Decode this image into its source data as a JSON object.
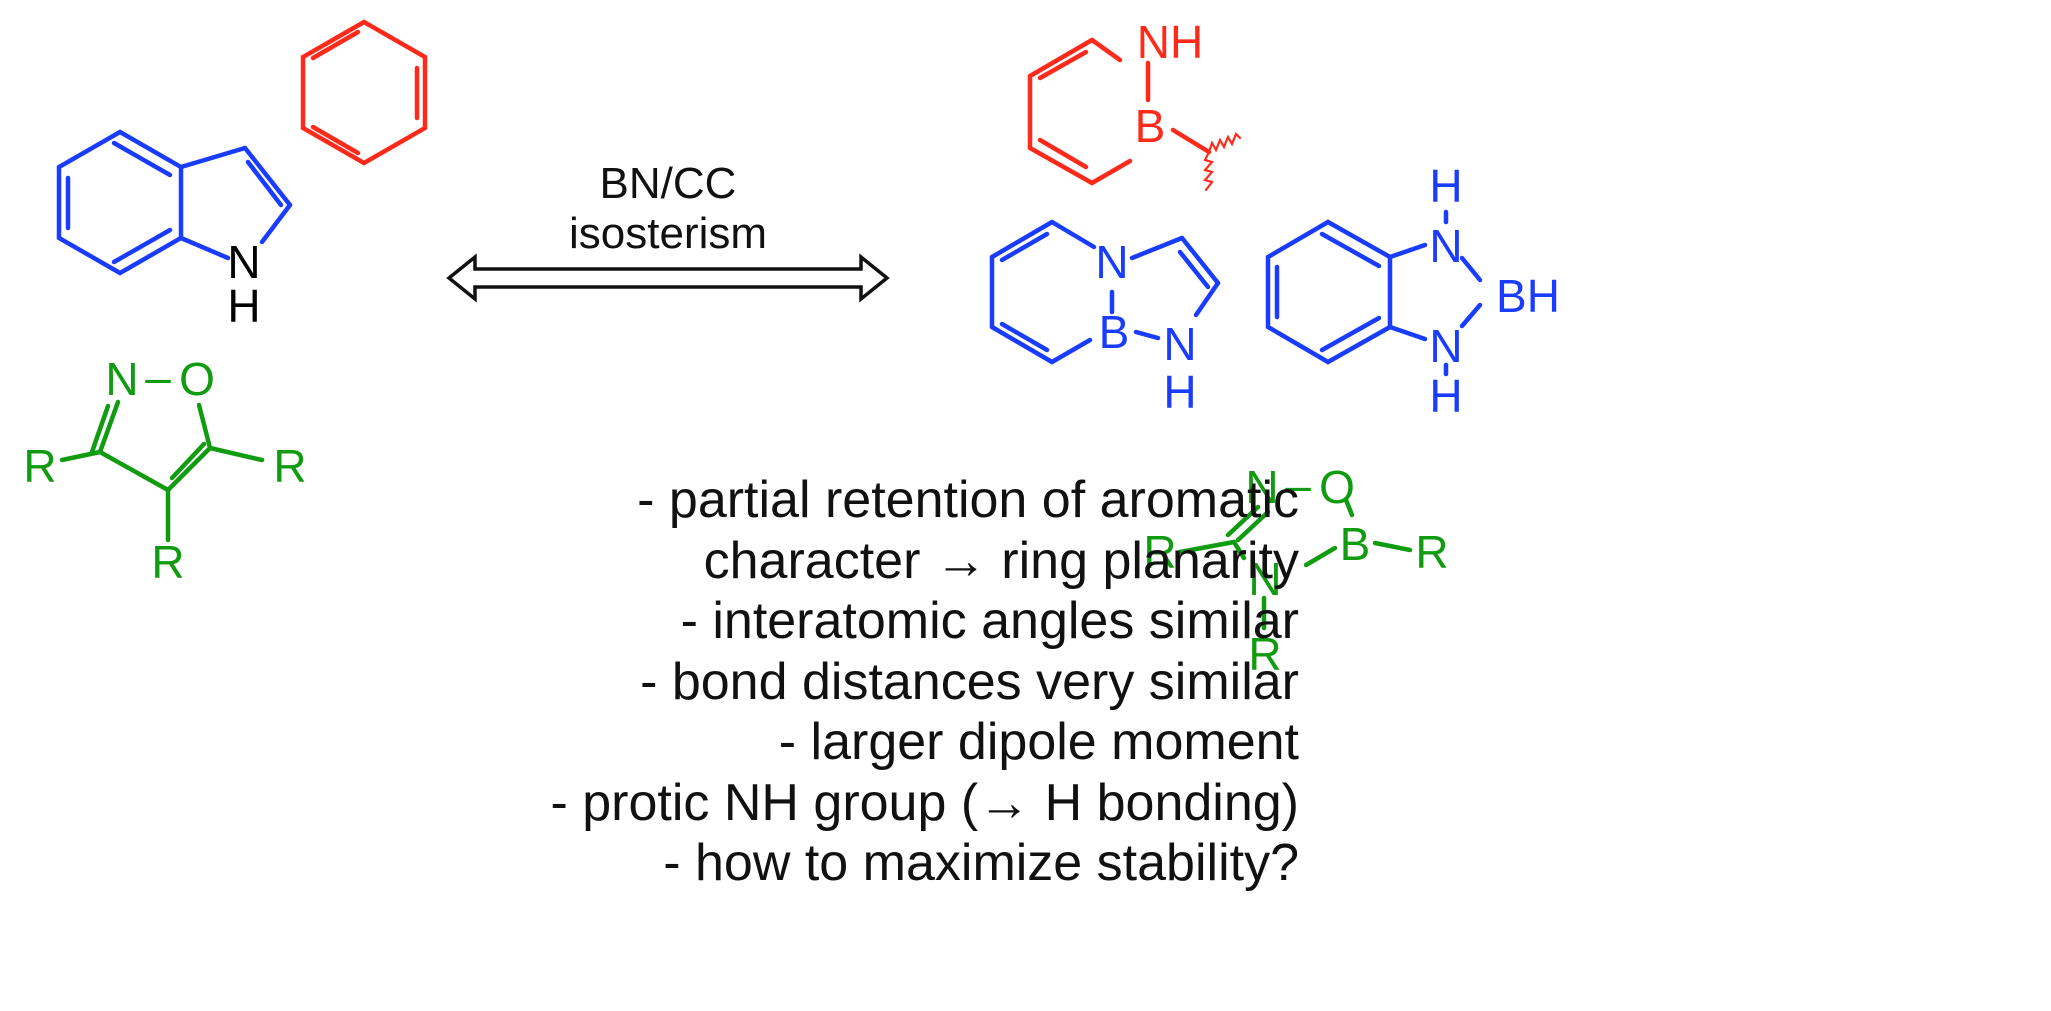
{
  "colors": {
    "benzene": "#ff2a1a",
    "azaborine": "#ff2a1a",
    "indole": "#1a3cff",
    "bn_indoles": "#1a3cff",
    "isoxazole": "#109b10",
    "oxadiazaborole": "#109b10",
    "text": "#111111"
  },
  "center_label": {
    "line1": "BN/CC",
    "line2": "isosterism"
  },
  "bullets": [
    "-  partial retention of aromatic",
    "character → ring planarity",
    "- interatomic angles similar",
    "- bond distances very similar",
    "- larger dipole moment",
    "- protic NH group (→ H bonding)",
    "- how to maximize stability?"
  ],
  "atoms": {
    "indole_N": "N",
    "indole_H": "H",
    "isox_N": "N",
    "isox_dash": "–",
    "isox_O": "O",
    "isox_R1": "R",
    "isox_R2": "R",
    "isox_R3": "R",
    "azab_NH": "NH",
    "azab_B": "B",
    "bn1_N": "N",
    "bn1_B": "B",
    "bn1_NH_N": "N",
    "bn1_NH_H": "H",
    "bn2_H1": "H",
    "bn2_N1": "N",
    "bn2_BH": "BH",
    "bn2_N2": "N",
    "bn2_H2": "H",
    "oxa_N": "N",
    "oxa_dash": "–",
    "oxa_O": "O",
    "oxa_B": "B",
    "oxa_R1": "R",
    "oxa_R2": "R",
    "oxa_N2": "N",
    "oxa_R3": "R"
  }
}
